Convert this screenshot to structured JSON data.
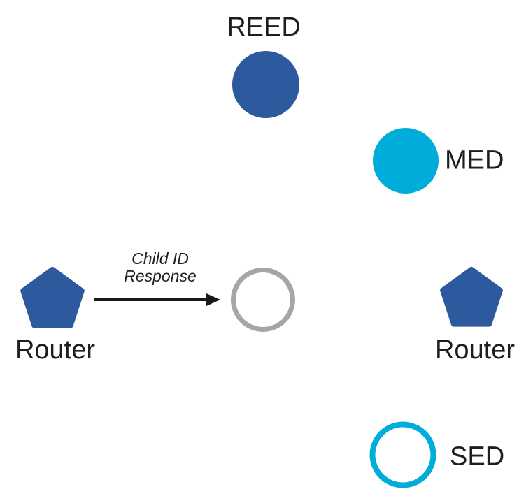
{
  "nodes": {
    "reed": {
      "label": "REED"
    },
    "med": {
      "label": "MED"
    },
    "sed": {
      "label": "SED"
    },
    "router_left": {
      "label": "Router"
    },
    "router_right": {
      "label": "Router"
    },
    "joining": {
      "label": ""
    }
  },
  "arrow": {
    "label_line1": "Child ID",
    "label_line2": "Response"
  },
  "colors": {
    "node_blue": "#2D5A9E",
    "node_cyan": "#00ACD9",
    "joining_gray": "#A6A6A6",
    "arrow_black": "#1A1A1A"
  },
  "icons": {
    "reed": "filled-circle-icon",
    "med": "filled-circle-icon",
    "joining": "open-circle-icon",
    "sed": "open-circle-icon",
    "router": "pentagon-icon",
    "arrow": "right-arrow-icon"
  }
}
